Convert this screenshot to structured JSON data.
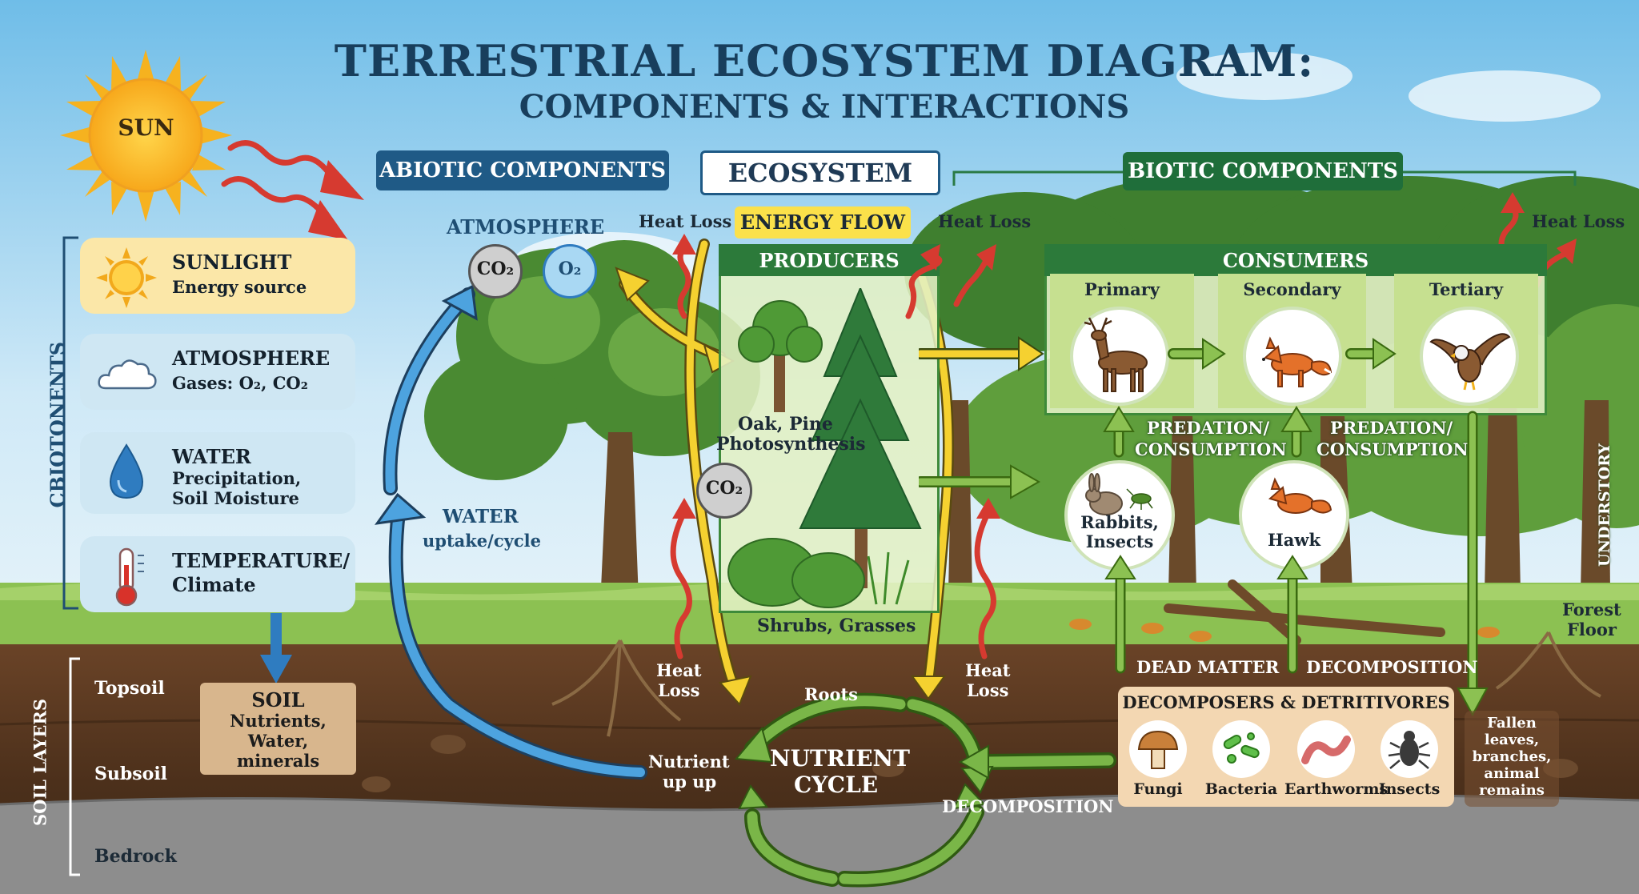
{
  "title": "TERRESTRIAL ECOSYSTEM DIAGRAM:",
  "subtitle": "COMPONENTS & INTERACTIONS",
  "sun_label": "SUN",
  "headers": {
    "abiotic": "ABIOTIC COMPONENTS",
    "ecosystem": "ECOSYSTEM",
    "biotic": "BIOTIC COMPONENTS"
  },
  "side_labels": {
    "left_group": "CBIOTONENTS",
    "soil_layers": "SOIL LAYERS",
    "understory": "UNDERSTORY"
  },
  "abiotic_cards": [
    {
      "title": "SUNLIGHT",
      "lines": [
        "Energy source"
      ],
      "icon": "sun-icon"
    },
    {
      "title": "ATMOSPHERE",
      "lines": [
        "Gases: O₂, CO₂"
      ],
      "icon": "cloud-icon"
    },
    {
      "title": "WATER",
      "lines": [
        "Precipitation,",
        "Soil Moisture"
      ],
      "icon": "water-drop-icon"
    },
    {
      "title": "TEMPERATURE/",
      "lines": [
        "Climate"
      ],
      "icon": "thermometer-icon"
    }
  ],
  "soil_layer_names": [
    "Topsoil",
    "Subsoil",
    "Bedrock"
  ],
  "soil_box": {
    "title": "SOIL",
    "lines": [
      "Nutrients,",
      "Water,",
      "minerals"
    ]
  },
  "atmosphere": {
    "label": "ATMOSPHERE",
    "co2": "CO₂",
    "o2": "O₂"
  },
  "water_label": {
    "line1": "WATER",
    "line2": "uptake/cycle"
  },
  "energy_flow": "ENERGY FLOW",
  "heat_loss": "Heat Loss",
  "heat_loss_two_line": [
    "Heat",
    "Loss"
  ],
  "producers": {
    "header": "PRODUCERS",
    "trees_label": [
      "Oak, Pine",
      "Photosynthesis"
    ],
    "co2": "CO₂",
    "shrubs_label": "Shrubs, Grasses"
  },
  "consumers": {
    "header": "CONSUMERS",
    "levels": [
      {
        "name": "Primary",
        "animal": "deer-icon"
      },
      {
        "name": "Secondary",
        "animal": "fox-icon"
      },
      {
        "name": "Tertiary",
        "animal": "eagle-icon"
      }
    ],
    "predation": [
      "PREDATION/",
      "CONSUMPTION"
    ],
    "prey_left": [
      "Rabbits,",
      "Insects"
    ],
    "prey_right": "Hawk"
  },
  "forest_floor": [
    "Forest",
    "Floor"
  ],
  "dead_matter": "DEAD MATTER",
  "decomposition": "DECOMPOSITION",
  "decomposers": {
    "header": "DECOMPOSERS & DETRITIVORES",
    "items": [
      {
        "name": "Fungi",
        "icon": "mushroom-icon"
      },
      {
        "name": "Bacteria",
        "icon": "bacteria-icon"
      },
      {
        "name": "Earthworms",
        "icon": "earthworm-icon"
      },
      {
        "name": "Insects",
        "icon": "beetle-icon"
      }
    ]
  },
  "fallen": [
    "Fallen",
    "leaves,",
    "branches,",
    "animal",
    "remains"
  ],
  "nutrient_cycle": [
    "NUTRIENT",
    "CYCLE"
  ],
  "roots": "Roots",
  "nutrient_up": [
    "Nutrient",
    "up up"
  ],
  "colors": {
    "sky_top": "#7cc3ea",
    "abiotic_blue": "#1f5a86",
    "biotic_green": "#1f6e3a",
    "energy_yellow": "#f5d130",
    "heat_red": "#d63a30",
    "nutrient_green": "#7ab648",
    "soil_brown": "#5b3a22"
  }
}
